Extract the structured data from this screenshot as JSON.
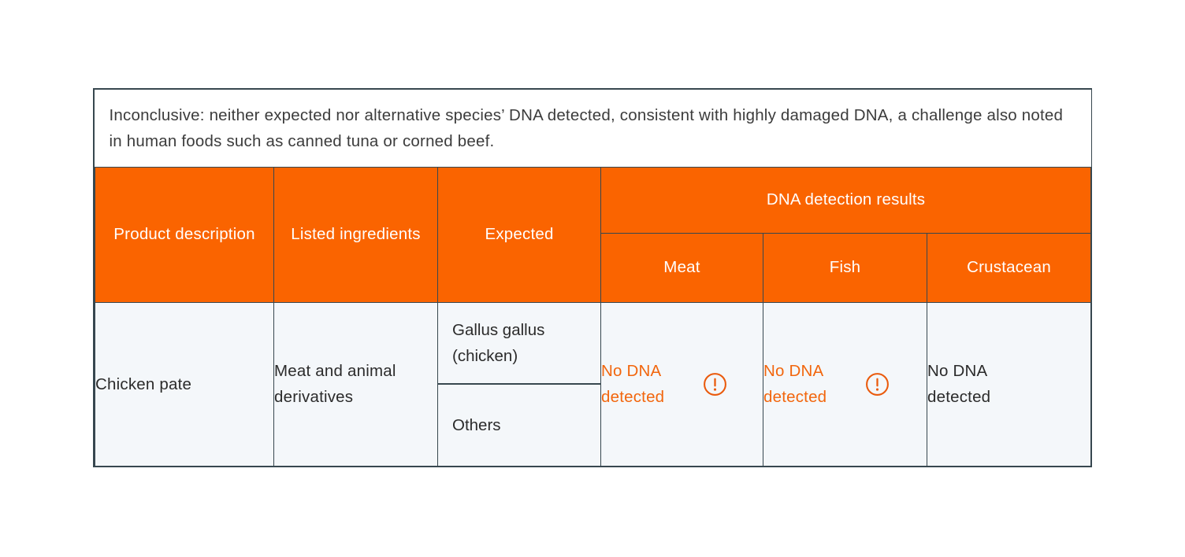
{
  "figure": {
    "caption": "Inconclusive: neither expected nor alternative species’ DNA detected, consistent with highly damaged DNA, a challenge also noted in human foods such as canned tuna or corned beef."
  },
  "colors": {
    "header_background": "#fa6400",
    "header_text": "#ffffff",
    "border": "#37474f",
    "body_background": "#f4f7fa",
    "alert_text": "#f2660d",
    "body_text": "#2b2b2b",
    "page_background": "#ffffff"
  },
  "table": {
    "headers": {
      "product_description": "Product description",
      "listed_ingredients": "Listed ingredients",
      "expected": "Expected",
      "results_group": "DNA detection results",
      "results_sub": [
        "Meat",
        "Fish",
        "Crustacean"
      ]
    },
    "rows": [
      {
        "product_description": "Chicken pate",
        "listed_ingredients": "Meat and animal derivatives",
        "expected": [
          "Gallus gallus (chicken)",
          "Others"
        ],
        "results": [
          {
            "column": "Meat",
            "value": "No DNA detected",
            "alert": true,
            "icon": "warning-circle-icon"
          },
          {
            "column": "Fish",
            "value": "No DNA detected",
            "alert": true,
            "icon": "warning-circle-icon"
          },
          {
            "column": "Crustacean",
            "value": "No DNA detected",
            "alert": false,
            "icon": null
          }
        ]
      }
    ]
  }
}
